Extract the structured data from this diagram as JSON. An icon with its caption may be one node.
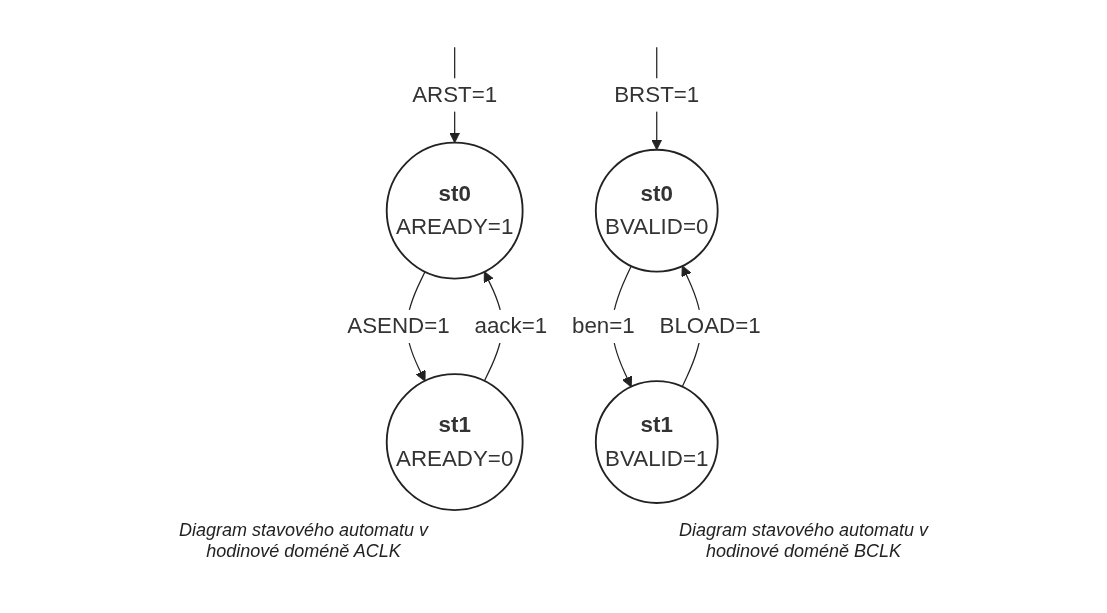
{
  "diagram": {
    "nodes": [
      {
        "text": [
          "st0",
          "AREADY=1"
        ]
      },
      {
        "text": [
          "st1",
          "AREADY=0"
        ]
      },
      {
        "text": [
          "st0",
          "BVALID=0"
        ]
      },
      {
        "text": [
          "st1",
          "BVALID=1"
        ]
      }
    ],
    "edges": [
      {
        "from": null,
        "to": 0,
        "arrow": "to",
        "label": "ARST=1"
      },
      {
        "from": 0,
        "to": 1,
        "arrow": "to",
        "label": "ASEND=1"
      },
      {
        "from": 1,
        "to": 0,
        "arrow": "to",
        "label": "aack=1"
      },
      {
        "from": null,
        "to": 2,
        "arrow": "to",
        "label": "BRST=1"
      },
      {
        "from": 2,
        "to": 3,
        "arrow": "to",
        "label": "ben=1"
      },
      {
        "from": 3,
        "to": 2,
        "arrow": "to",
        "label": "BLOAD=1"
      }
    ],
    "labels": [
      "Diagram stavového automatu v hodinové doméně ACLK",
      "Diagram stavového automatu v hodinové doméně BCLK"
    ]
  }
}
